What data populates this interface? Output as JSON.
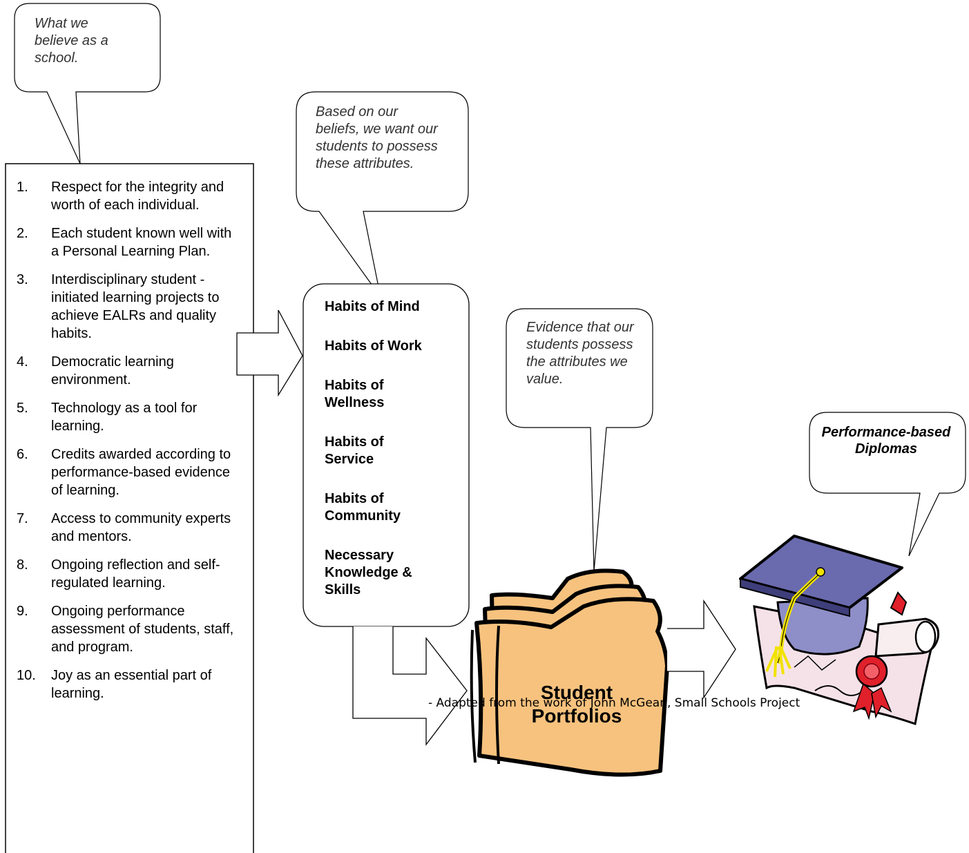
{
  "callouts": {
    "beliefs": "What we believe as a school.",
    "attributes": "Based on our beliefs, we want our students to possess these attributes.",
    "evidence": "Evidence that our students possess the attributes we value.",
    "diplomas": "Performance-based Diplomas"
  },
  "beliefs": [
    {
      "num": "1.",
      "text": "Respect for the integrity and worth of each individual."
    },
    {
      "num": "2.",
      "text": "Each student known well with a Personal Learning Plan."
    },
    {
      "num": "3.",
      "text": "Interdisciplinary student -initiated learning projects to achieve EALRs and quality habits."
    },
    {
      "num": "4.",
      "text": "Democratic learning environment."
    },
    {
      "num": "5.",
      "text": "Technology as a tool for learning."
    },
    {
      "num": "6.",
      "text": "Credits awarded according to performance-based evidence of learning."
    },
    {
      "num": "7.",
      "text": "Access to community experts and mentors."
    },
    {
      "num": "8.",
      "text": "Ongoing reflection and self-regulated learning."
    },
    {
      "num": "9.",
      "text": "Ongoing performance assessment of students, staff, and program."
    },
    {
      "num": "10.",
      "text": "Joy as an essential part of learning."
    }
  ],
  "habits": [
    "Habits of Mind",
    "Habits of Work",
    "Habits of Wellness",
    "Habits of Service",
    "Habits of Community",
    "Necessary Knowledge & Skills"
  ],
  "portfolio": {
    "label": "Student Portfolios"
  },
  "credit": "- Adapted from the work of  John McGean, Small Schools Project",
  "colors": {
    "folder": "#F7C27E",
    "cap": "#6A6AAE",
    "tassel": "#F2E200",
    "diploma": "#F5E2E8",
    "seal": "#E0202A"
  }
}
